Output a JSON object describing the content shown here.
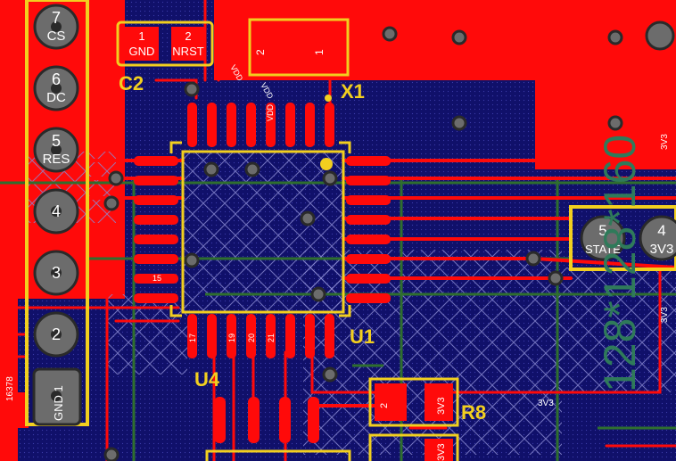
{
  "colors": {
    "background": "#10106a",
    "copper": "#ff0a0a",
    "silkscreen": "#f2cf1f",
    "via": "#6c6c6c",
    "hatch": "#8a8ad2",
    "green_trace": "#2f6f2f"
  },
  "header_pins": [
    {
      "num": "7",
      "label": "CS"
    },
    {
      "num": "6",
      "label": "DC"
    },
    {
      "num": "5",
      "label": "RES"
    },
    {
      "num": "4",
      "label": ""
    },
    {
      "num": "3",
      "label": ""
    },
    {
      "num": "2",
      "label": ""
    },
    {
      "num": "1",
      "label": "GND"
    }
  ],
  "cap_c2": {
    "ref": "C2",
    "pads": [
      {
        "num": "1",
        "label": "GND"
      },
      {
        "num": "2",
        "label": "NRST"
      }
    ]
  },
  "crystal": {
    "ref": "X1",
    "pads": [
      "2",
      "1"
    ]
  },
  "ic_u1": {
    "ref": "U1",
    "pin_labels": [
      "15",
      "17",
      "19",
      "20",
      "21"
    ],
    "vdd_labels": [
      "VDD",
      "VDD",
      "VDD"
    ]
  },
  "ic_u4": {
    "ref": "U4"
  },
  "resistor_r8": {
    "ref": "R8",
    "pads": [
      "2",
      "3V3"
    ],
    "pads_lower": [
      "3V3"
    ]
  },
  "module_pins": [
    {
      "num": "5",
      "label": "STATE"
    },
    {
      "num": "4",
      "label": "3V3"
    }
  ],
  "net_labels": {
    "net_3v3": "3V3",
    "side_id": "16378"
  },
  "outline_text": "128*128*160"
}
